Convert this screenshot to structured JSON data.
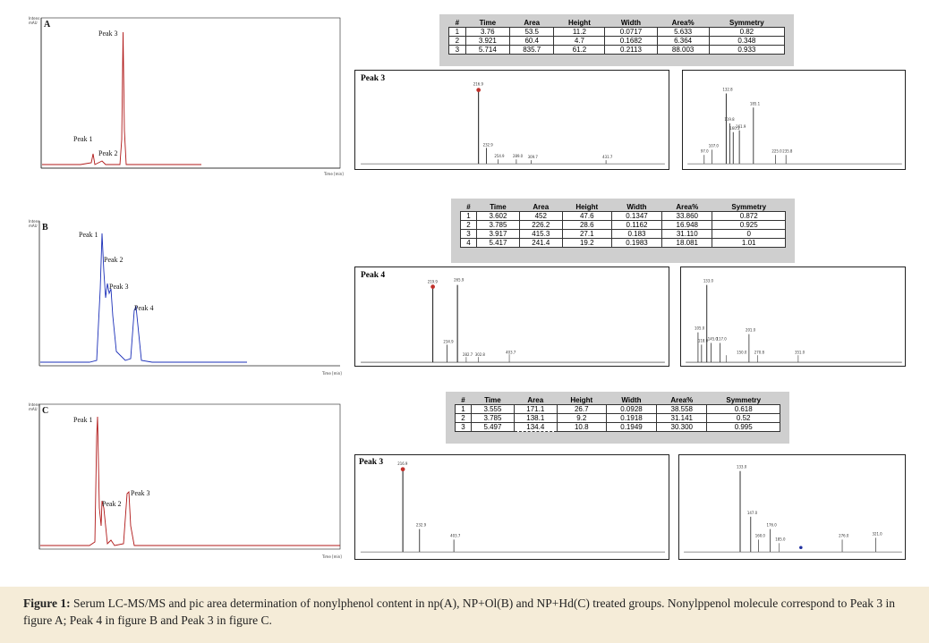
{
  "caption": {
    "label": "Figure 1:",
    "text": "Serum LC-MS/MS and pic area determination of nonylphenol content in np(A), NP+Ol(B) and NP+Hd(C) treated groups. Nonylppenol molecule correspond to Peak 3 in figure A; Peak 4 in figure B and Peak 3 in figure C."
  },
  "table_headers": [
    "#",
    "Time",
    "Area",
    "Height",
    "Width",
    "Area%",
    "Symmetry"
  ],
  "panels": [
    {
      "id": "A",
      "peak_labels": [
        "Peak 1",
        "Peak 2",
        "Peak 3"
      ],
      "table_rows": [
        [
          "1",
          "3.76",
          "53.5",
          "11.2",
          "0.0717",
          "5.633",
          "0.82"
        ],
        [
          "2",
          "3.921",
          "60.4",
          "4.7",
          "0.1682",
          "6.364",
          "0.348"
        ],
        [
          "3",
          "5.714",
          "835.7",
          "61.2",
          "0.2113",
          "88.003",
          "0.933"
        ]
      ],
      "ms_title": "Peak 3",
      "ms1_base_peak": "216.9",
      "ms1_labels": [
        "232.9",
        "254.9",
        "289.0",
        "309.7",
        "431.7"
      ],
      "ms2_labels": [
        "132.8",
        "160.3",
        "161.9",
        "185.1",
        "119.8",
        "107.0",
        "97.0",
        "225.0",
        "235.8"
      ]
    },
    {
      "id": "B",
      "peak_labels": [
        "Peak 1",
        "Peak 2",
        "Peak 3",
        "Peak 4"
      ],
      "table_rows": [
        [
          "1",
          "3.602",
          "452",
          "47.6",
          "0.1347",
          "33.860",
          "0.872"
        ],
        [
          "2",
          "3.785",
          "226.2",
          "28.6",
          "0.1162",
          "16.948",
          "0.925"
        ],
        [
          "3",
          "3.917",
          "415.3",
          "27.1",
          "0.183",
          "31.110",
          "0"
        ],
        [
          "4",
          "5.417",
          "241.4",
          "19.2",
          "0.1983",
          "18.081",
          "1.01"
        ]
      ],
      "ms_title": "Peak 4",
      "ms1_base_peak": "219.9",
      "ms1_labels": [
        "265.9",
        "234.9",
        "282.7",
        "302.8",
        "403.7"
      ],
      "ms2_labels": [
        "133.0",
        "118.0",
        "105.0",
        "145.0",
        "117.0",
        "150.0",
        "201.0",
        "270.8",
        "351.0"
      ]
    },
    {
      "id": "C",
      "peak_labels": [
        "Peak 1",
        "Peak 2",
        "Peak 3"
      ],
      "table_rows": [
        [
          "1",
          "3.555",
          "171.1",
          "26.7",
          "0.0928",
          "38.558",
          "0.618"
        ],
        [
          "2",
          "3.785",
          "138.1",
          "9.2",
          "0.1918",
          "31.141",
          "0.52"
        ],
        [
          "3",
          "5.497",
          "134.4",
          "10.8",
          "0.1949",
          "30.300",
          "0.995"
        ]
      ],
      "ms_title": "Peak 3",
      "ms1_base_peak": "216.9",
      "ms1_labels": [
        "232.9",
        "403.7"
      ],
      "ms2_labels": [
        "133.0",
        "147.0",
        "160.0",
        "176.0",
        "185.0",
        "276.0",
        "321.0"
      ]
    }
  ]
}
